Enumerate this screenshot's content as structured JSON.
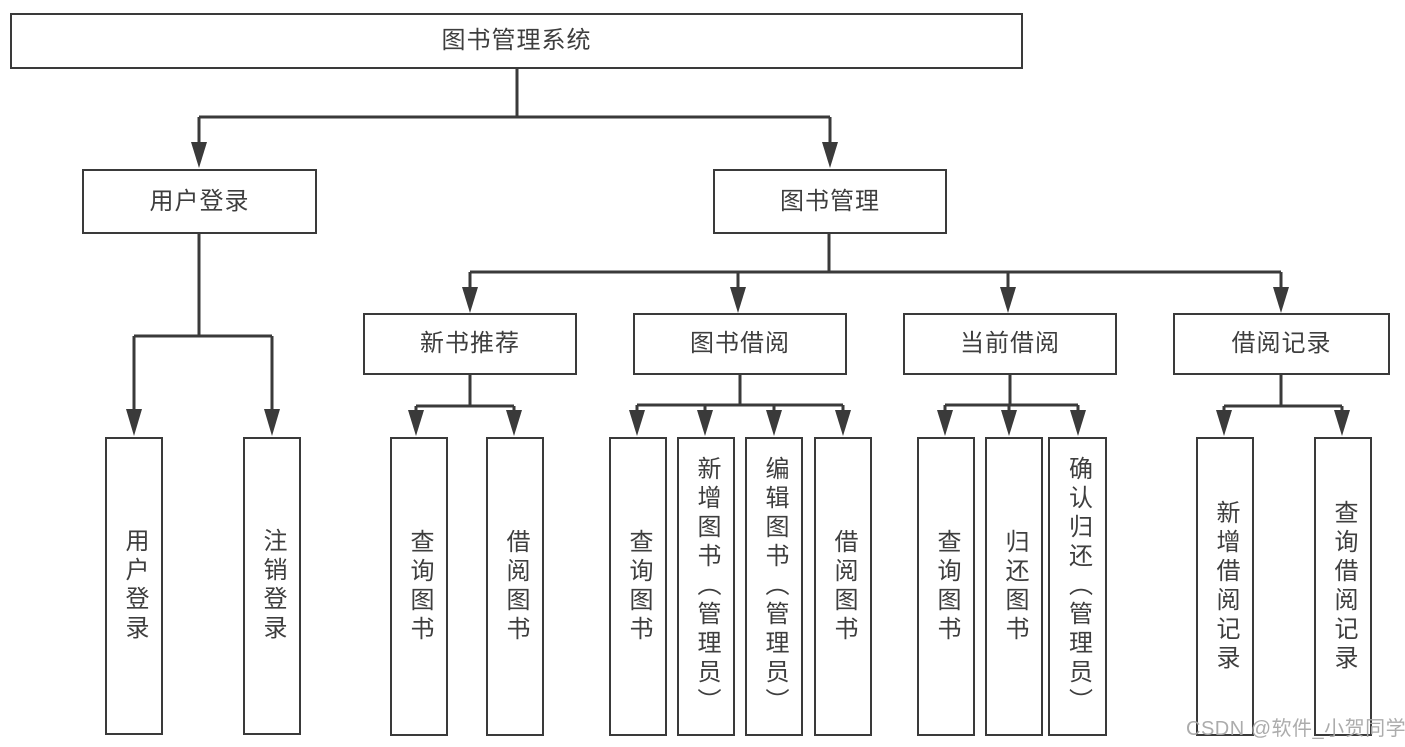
{
  "diagram": {
    "root": {
      "label": "图书管理系统"
    },
    "branches": [
      {
        "label": "用户登录",
        "children": [
          {
            "label": "用户登录"
          },
          {
            "label": "注销登录"
          }
        ]
      },
      {
        "label": "图书管理",
        "children": [
          {
            "label": "新书推荐",
            "children": [
              {
                "label": "查询图书"
              },
              {
                "label": "借阅图书"
              }
            ]
          },
          {
            "label": "图书借阅",
            "children": [
              {
                "label": "查询图书"
              },
              {
                "label": "新增图书（管理员）"
              },
              {
                "label": "编辑图书（管理员）"
              },
              {
                "label": "借阅图书"
              }
            ]
          },
          {
            "label": "当前借阅",
            "children": [
              {
                "label": "查询图书"
              },
              {
                "label": "归还图书"
              },
              {
                "label": "确认归还（管理员）"
              }
            ]
          },
          {
            "label": "借阅记录",
            "children": [
              {
                "label": "新增借阅记录"
              },
              {
                "label": "查询借阅记录"
              }
            ]
          }
        ]
      }
    ]
  },
  "watermark": {
    "text": "CSDN @软件_小贺同学"
  },
  "colors": {
    "line": "#3a3a3a",
    "text": "#3e3e3e",
    "background": "#ffffff",
    "watermark": "#a8a8a8"
  }
}
